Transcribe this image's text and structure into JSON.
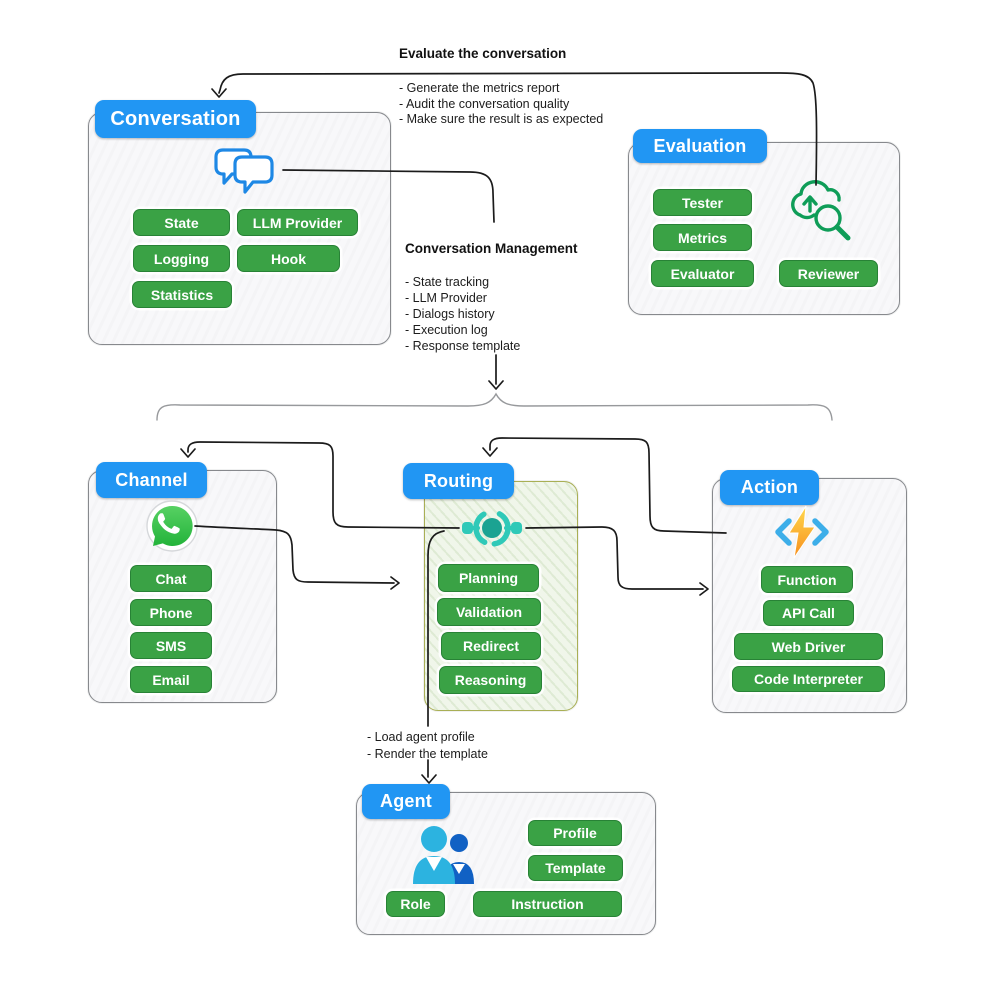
{
  "annotations": {
    "evaluate": {
      "title": "Evaluate the conversation",
      "items": [
        "- Generate the metrics report",
        "- Audit the conversation quality",
        "- Make sure the result is as expected"
      ]
    },
    "conv_mgmt": {
      "title": "Conversation Management",
      "items": [
        "- State tracking",
        "- LLM Provider",
        "- Dialogs history",
        "- Execution log",
        "- Response template"
      ]
    },
    "agent_note": {
      "items": [
        "- Load agent profile",
        "- Render the template"
      ]
    }
  },
  "nodes": {
    "conversation": {
      "title": "Conversation",
      "icon": "chat-bubbles-icon",
      "pills": [
        "State",
        "LLM Provider",
        "Logging",
        "Hook",
        "Statistics"
      ]
    },
    "evaluation": {
      "title": "Evaluation",
      "icon": "cloud-search-icon",
      "pills": [
        "Tester",
        "Metrics",
        "Evaluator",
        "Reviewer"
      ]
    },
    "channel": {
      "title": "Channel",
      "icon": "whatsapp-icon",
      "pills": [
        "Chat",
        "Phone",
        "SMS",
        "Email"
      ]
    },
    "routing": {
      "title": "Routing",
      "icon": "router-hub-icon",
      "pills": [
        "Planning",
        "Validation",
        "Redirect",
        "Reasoning"
      ]
    },
    "action": {
      "title": "Action",
      "icon": "azure-function-icon",
      "pills": [
        "Function",
        "API Call",
        "Web Driver",
        "Code Interpreter"
      ]
    },
    "agent": {
      "title": "Agent",
      "icon": "users-icon",
      "pills": [
        "Profile",
        "Template",
        "Role",
        "Instruction"
      ]
    }
  },
  "colors": {
    "header_blue": "#2196f3",
    "pill_green": "#3aa245",
    "routing_teal": "#2fc9b8",
    "routing_teal_dark": "#1ba392",
    "whatsapp_green": "#25d366",
    "eval_icon_green": "#0f9d58",
    "bolt_yellow_top": "#ffd84d",
    "bolt_orange_bottom": "#f78f1e",
    "bracket_blue": "#3daee9",
    "person_light_blue": "#2cb3e0",
    "person_dark_blue": "#1161c4",
    "chat_bubble_blue": "#1e88e5"
  }
}
